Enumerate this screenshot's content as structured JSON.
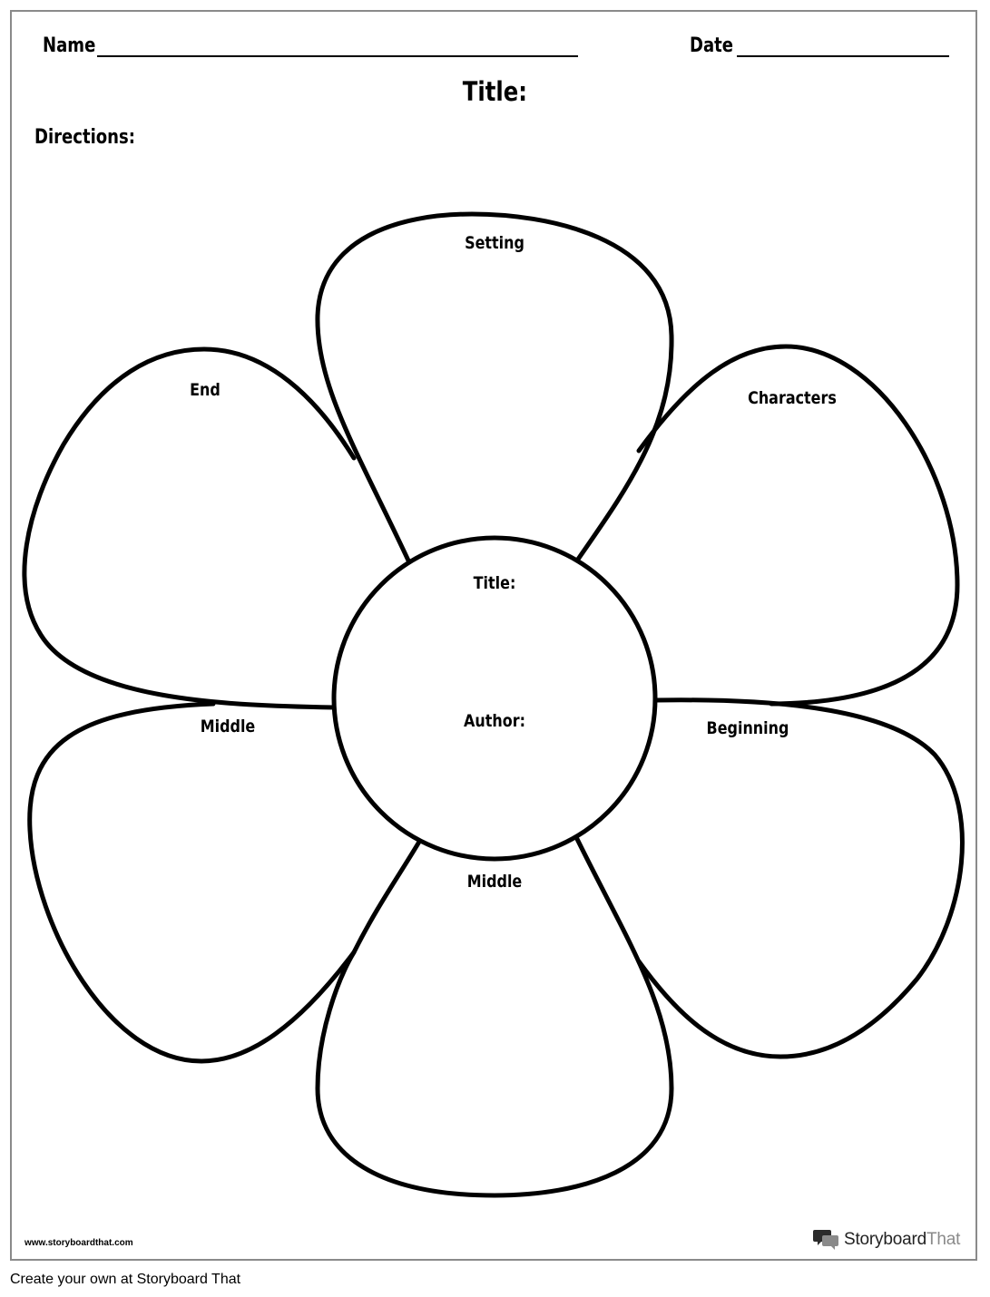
{
  "header": {
    "name_label": "Name",
    "date_label": "Date",
    "title_label": "Title:",
    "directions_label": "Directions:"
  },
  "flower": {
    "center": {
      "title_label": "Title:",
      "author_label": "Author:"
    },
    "petals": {
      "top": "Setting",
      "upper_right": "Characters",
      "lower_right": "Beginning",
      "bottom": "Middle",
      "lower_left": "Middle",
      "upper_left": "End"
    }
  },
  "footer": {
    "url": "www.storyboardthat.com",
    "brand_main": "Storyboard",
    "brand_accent": "That",
    "brand_icon": "speech-bubbles-icon",
    "caption": "Create your own at Storyboard That"
  }
}
